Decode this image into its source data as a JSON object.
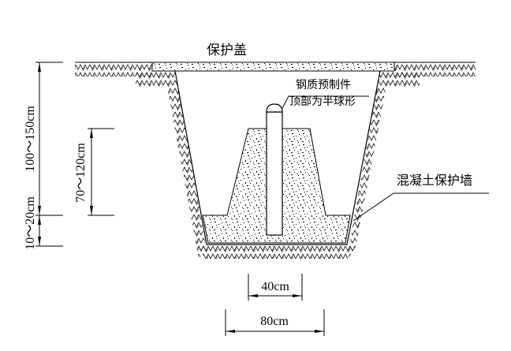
{
  "labels": {
    "cover": "保护盖",
    "steel_part_line1": "钢质预制件",
    "steel_part_line2": "顶部为半球形",
    "concrete_wall": "混凝土保护墙"
  },
  "dimensions": {
    "total_depth": "100～150cm",
    "post_height": "70～120cm",
    "base_thickness": "10～20cm",
    "top_width": "40cm",
    "bottom_width": "80cm"
  },
  "colors": {
    "line": "#000000",
    "background": "#ffffff"
  }
}
